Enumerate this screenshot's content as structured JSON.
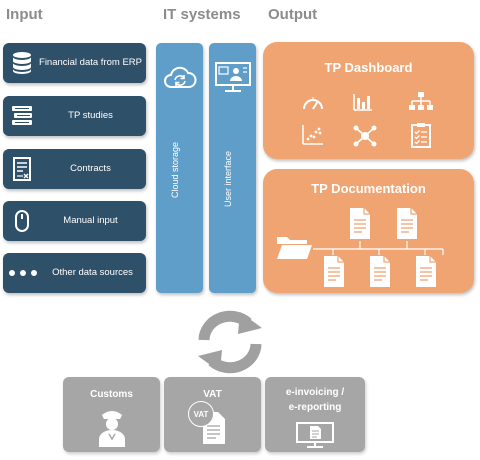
{
  "headers": {
    "input": "Input",
    "it_systems": "IT systems",
    "output": "Output"
  },
  "inputs": [
    {
      "label": "Financial data from ERP",
      "icon": "database-icon"
    },
    {
      "label": "TP studies",
      "icon": "books-stack-icon"
    },
    {
      "label": "Contracts",
      "icon": "contract-icon"
    },
    {
      "label": "Manual input",
      "icon": "mouse-icon"
    },
    {
      "label": "Other data sources",
      "icon": "dots-icon"
    }
  ],
  "it_systems": [
    {
      "label": "Cloud storage",
      "icon": "cloud-sync-icon"
    },
    {
      "label": "User interface",
      "icon": "monitor-user-icon"
    }
  ],
  "outputs": {
    "dashboard": {
      "title": "TP Dashboard",
      "icons": [
        "gauge-icon",
        "bar-chart-icon",
        "org-chart-icon",
        "scatter-chart-icon",
        "network-icon",
        "checklist-icon"
      ]
    },
    "documentation": {
      "title": "TP Documentation",
      "icons": [
        "folder-icon",
        "document-icon"
      ]
    }
  },
  "taxes": [
    {
      "label": "Customs",
      "icon": "customs-officer-icon"
    },
    {
      "label": "VAT",
      "badge": "VAT",
      "icon": "vat-document-icon"
    },
    {
      "label_line1": "e-invoicing /",
      "label_line2": "e-reporting",
      "icon": "monitor-document-icon"
    }
  ],
  "colors": {
    "input_box": "#2f5069",
    "it_column": "#5f9ec8",
    "output_box": "#f0a472",
    "tax_box": "#a6a6a6",
    "header_text": "#8c8c8c"
  }
}
